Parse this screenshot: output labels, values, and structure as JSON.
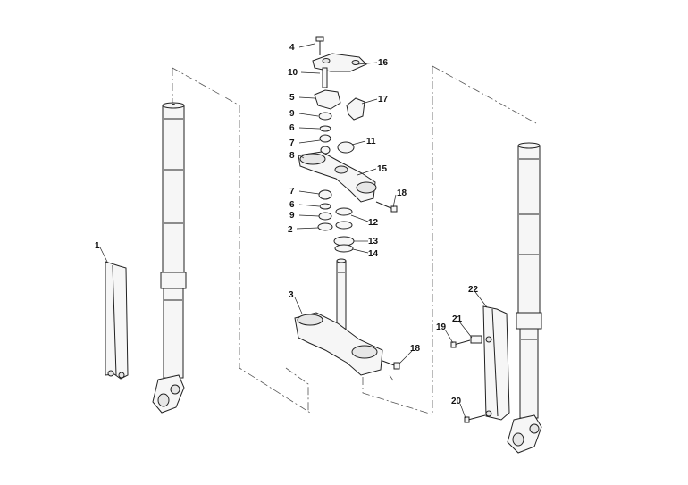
{
  "diagram": {
    "callouts": [
      {
        "id": "c4",
        "text": "4"
      },
      {
        "id": "c16",
        "text": "16"
      },
      {
        "id": "c10",
        "text": "10"
      },
      {
        "id": "c5",
        "text": "5"
      },
      {
        "id": "c17",
        "text": "17"
      },
      {
        "id": "c9a",
        "text": "9"
      },
      {
        "id": "c6a",
        "text": "6"
      },
      {
        "id": "c7a",
        "text": "7"
      },
      {
        "id": "c11",
        "text": "11"
      },
      {
        "id": "c8",
        "text": "8"
      },
      {
        "id": "c15",
        "text": "15"
      },
      {
        "id": "c18a",
        "text": "18"
      },
      {
        "id": "c7b",
        "text": "7"
      },
      {
        "id": "c6b",
        "text": "6"
      },
      {
        "id": "c9b",
        "text": "9"
      },
      {
        "id": "c12",
        "text": "12"
      },
      {
        "id": "c2",
        "text": "2"
      },
      {
        "id": "c13",
        "text": "13"
      },
      {
        "id": "c14",
        "text": "14"
      },
      {
        "id": "c1",
        "text": "1"
      },
      {
        "id": "c3",
        "text": "3"
      },
      {
        "id": "c22",
        "text": "22"
      },
      {
        "id": "c21",
        "text": "21"
      },
      {
        "id": "c19",
        "text": "19"
      },
      {
        "id": "c18b",
        "text": "18"
      },
      {
        "id": "c20",
        "text": "20"
      }
    ]
  }
}
